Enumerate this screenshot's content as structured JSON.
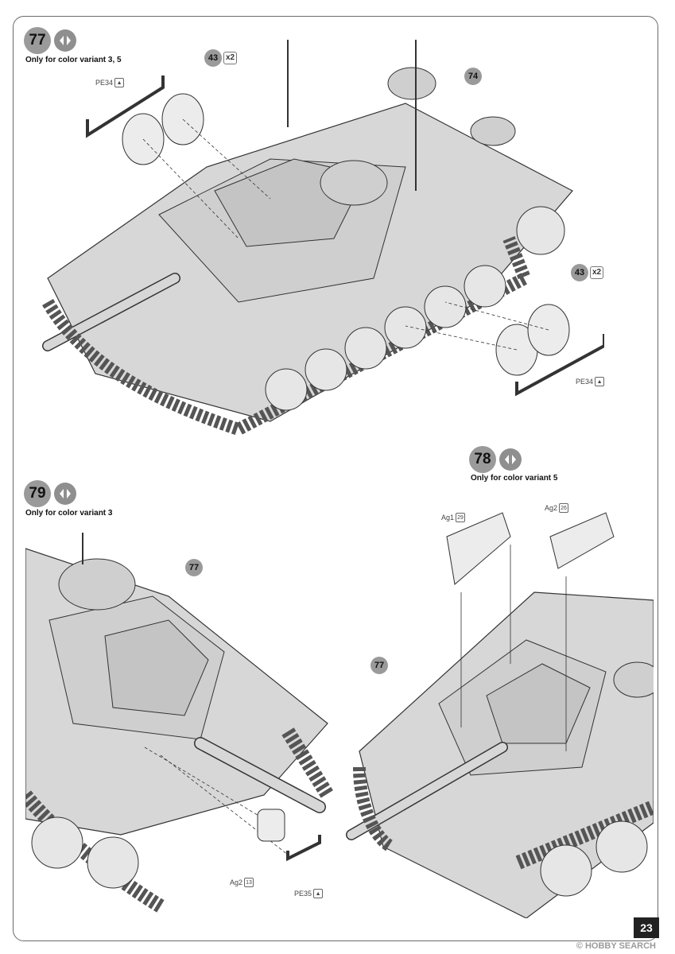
{
  "page_number": "23",
  "watermark": "© HOBBY SEARCH",
  "steps": [
    {
      "number": "77",
      "variant_note": "Only for color variant 3, 5",
      "callouts": [
        "43",
        "74",
        "43"
      ],
      "quantities": [
        "x2",
        "x2"
      ],
      "parts": [
        "PE34",
        "PE34"
      ]
    },
    {
      "number": "78",
      "variant_note": "Only for color variant 5",
      "callouts": [
        "77"
      ],
      "parts": [
        "Ag1",
        "Ag2"
      ],
      "part_nums": [
        "29",
        "26"
      ]
    },
    {
      "number": "79",
      "variant_note": "Only for color variant 3",
      "callouts": [
        "77"
      ],
      "parts": [
        "Ag2",
        "PE35"
      ],
      "part_nums": [
        "13"
      ]
    }
  ],
  "colors": {
    "body_gray": "#d7d7d7",
    "callout_gray": "#9a9a9a",
    "line": "#333333"
  },
  "icons": [
    "step-turn-icon",
    "pe-part-icon"
  ]
}
